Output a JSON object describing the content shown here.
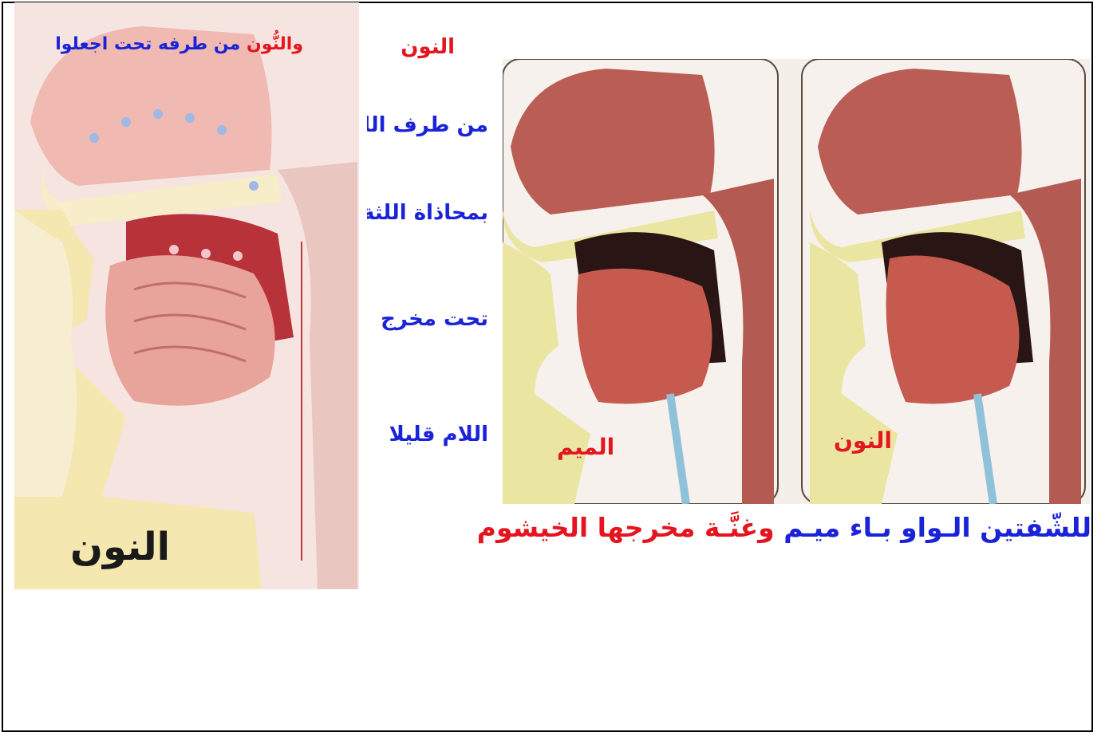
{
  "left_panel": {
    "caption_red": "والنُّون",
    "caption_blue": "من طرفه تحت اجعلوا",
    "big_label": "النون"
  },
  "middle_column": {
    "title": "النون",
    "lines": [
      "من طرف اللسان",
      "بمحاذاة اللثة",
      "تحت مخرج",
      "اللام قليلا"
    ]
  },
  "right_panel": {
    "label_left": "الميم",
    "label_right": "النون"
  },
  "bottom_text": {
    "blue_part": "للشّفتين الـواو بـاء ميـم",
    "red_part": "وغنَّـة مخرجها الخيشوم"
  },
  "colors": {
    "blue": "#1a23d8",
    "red": "#e4151f",
    "flesh": "#d98a84",
    "palate": "#f0c9c2"
  }
}
